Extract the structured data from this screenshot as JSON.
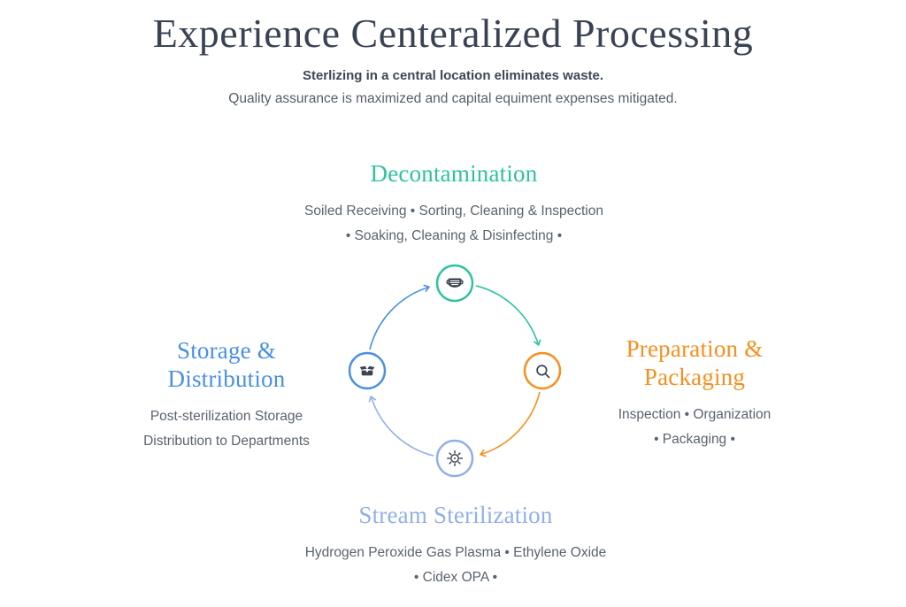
{
  "header": {
    "title": "Experience Centeralized Processing",
    "subtitle_bold": "Sterlizing in a central location eliminates waste.",
    "subtitle": "Quality assurance is maximized and capital equiment expenses mitigated."
  },
  "colors": {
    "title_text": "#3A4354",
    "body_text": "#5A636E",
    "teal": "#2DC3A0",
    "orange": "#F78F1E",
    "blue": "#4A90E2",
    "periwinkle": "#91AFE8",
    "icon": "#3E4653"
  },
  "sections": [
    {
      "id": "decontamination",
      "title": "Decontamination",
      "color": "#2DC3A0",
      "lines": [
        "Soiled Receiving • Sorting, Cleaning & Inspection",
        "• Soaking, Cleaning & Disinfecting •"
      ]
    },
    {
      "id": "preparation-packaging",
      "title": "Preparation &\nPackaging",
      "color": "#F78F1E",
      "lines": [
        "Inspection • Organization",
        "• Packaging •"
      ]
    },
    {
      "id": "stream-sterilization",
      "title": "Stream Sterilization",
      "color": "#91AFE8",
      "lines": [
        "Hydrogen Peroxide Gas Plasma • Ethylene Oxide",
        "• Cidex OPA •"
      ]
    },
    {
      "id": "storage-distribution",
      "title": "Storage &\nDistribution",
      "color": "#4A90E2",
      "lines": [
        "Post-sterilization Storage",
        "Distribution to Departments"
      ]
    }
  ],
  "diagram": {
    "flow": "clockwise",
    "nodes": [
      {
        "id": "decontamination",
        "icon": "mask-icon"
      },
      {
        "id": "preparation-packaging",
        "icon": "magnifier-icon"
      },
      {
        "id": "stream-sterilization",
        "icon": "sterilization-icon"
      },
      {
        "id": "storage-distribution",
        "icon": "open-box-icon"
      }
    ]
  }
}
